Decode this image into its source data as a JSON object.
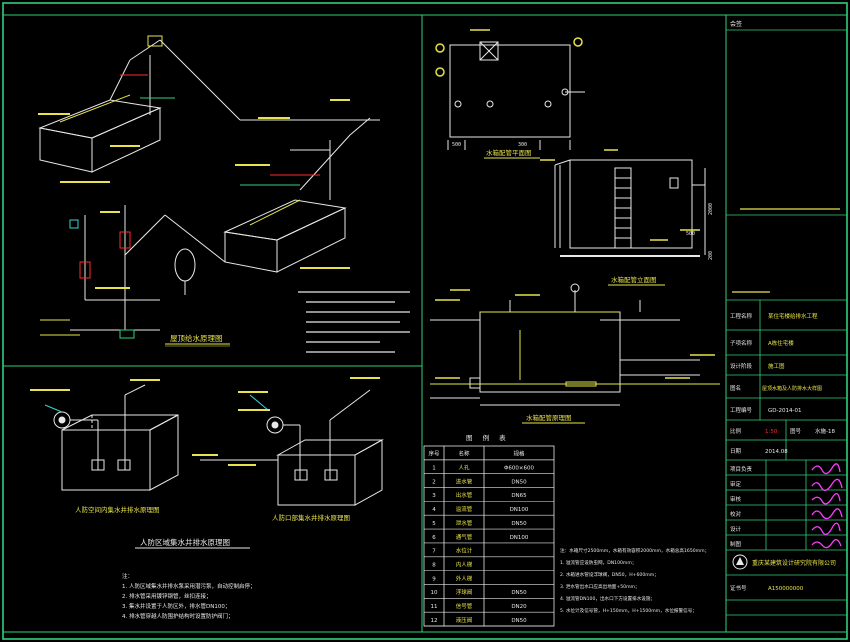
{
  "colors": {
    "frame": "#2fd07a",
    "line": "#e8e8e8",
    "yellow": "#e8e34a",
    "green": "#33d17a",
    "cyan": "#3ad3d3",
    "magenta": "#ff3cff",
    "red": "#ff2a2a"
  },
  "drawings": {
    "tank_plan_title": "水箱配管平面图",
    "tank_elev_title": "水箱配管立面图",
    "tank_sys_title": "水箱配管原理图",
    "roof_supply_title": "屋顶给水原理图",
    "civil_defense_title": "人防区域集水井排水原理图",
    "civil_defense_sub1": "人防空间内集水井排水原理图",
    "civil_defense_sub2": "人防口部集水井排水原理图",
    "dim_1": "500",
    "dim_2": "300",
    "dim_3": "2000",
    "dim_4": "500",
    "dim_5": "200"
  },
  "notes_right": {
    "lines": [
      "注：水箱尺寸2500mm，水箱有效容积2000mm，水箱总高1650mm；",
      "1. 溢流管应设防虫网，DN100mm；",
      "2. 水箱进水管设浮球阀，DN50，H+600mm；",
      "3. 泄水管出水口应高出地面+50mm；",
      "4. 溢流管DN100，出水口下方设置排水设施；",
      "5. 水位计及信号管，H+150mm，H+1500mm，水位报警信号；"
    ]
  },
  "legend": {
    "title": "图 例 表",
    "headers": [
      "序号",
      "名称",
      "规格"
    ],
    "rows": [
      {
        "no": "1",
        "name": "人孔",
        "spec": "Φ600×600"
      },
      {
        "no": "2",
        "name": "进水管",
        "spec": "DN50"
      },
      {
        "no": "3",
        "name": "出水管",
        "spec": "DN65"
      },
      {
        "no": "4",
        "name": "溢流管",
        "spec": "DN100"
      },
      {
        "no": "5",
        "name": "泄水管",
        "spec": "DN50"
      },
      {
        "no": "6",
        "name": "通气管",
        "spec": "DN100"
      },
      {
        "no": "7",
        "name": "水位计",
        "spec": ""
      },
      {
        "no": "8",
        "name": "内人梯",
        "spec": ""
      },
      {
        "no": "9",
        "name": "外人梯",
        "spec": ""
      },
      {
        "no": "10",
        "name": "浮球阀",
        "spec": "DN50"
      },
      {
        "no": "11",
        "name": "信号管",
        "spec": "DN20"
      },
      {
        "no": "12",
        "name": "液压阀",
        "spec": "DN50"
      }
    ]
  },
  "title_block": {
    "header": "会签",
    "project_label": "工程名称",
    "project_value": "某住宅楼给排水工程",
    "sub_project_label": "子项名称",
    "sub_project_value": "A栋住宅楼",
    "drawing_name_label": "图名",
    "drawing_name_value": "屋顶水箱及人防排水大样图",
    "drawing_no_label": "工程编号",
    "drawing_no_value": "GD-2014-01",
    "phase_label": "设计阶段",
    "phase_value": "施工图",
    "scale_label": "比例",
    "scale_value": "1:50",
    "sheet_label": "图号",
    "sheet_value": "水施-18",
    "date_label": "日期",
    "date_value": "2014.08",
    "roles": [
      "项目负责",
      "审定",
      "审核",
      "校对",
      "设计",
      "制图"
    ],
    "company": "重庆某建筑设计研究院有限公司",
    "cert_label": "证书号",
    "cert_value": "A150000000"
  },
  "notes_left_lines": [
    "注：",
    "1. 人防区域集水井排水泵采用潜污泵，自动控制启停；",
    "2. 排水管采用镀锌钢管，丝扣连接；",
    "3. 集水井设置于人防区外，排水管DN100；",
    "4. 排水管穿越人防围护结构时设置防护阀门；"
  ]
}
